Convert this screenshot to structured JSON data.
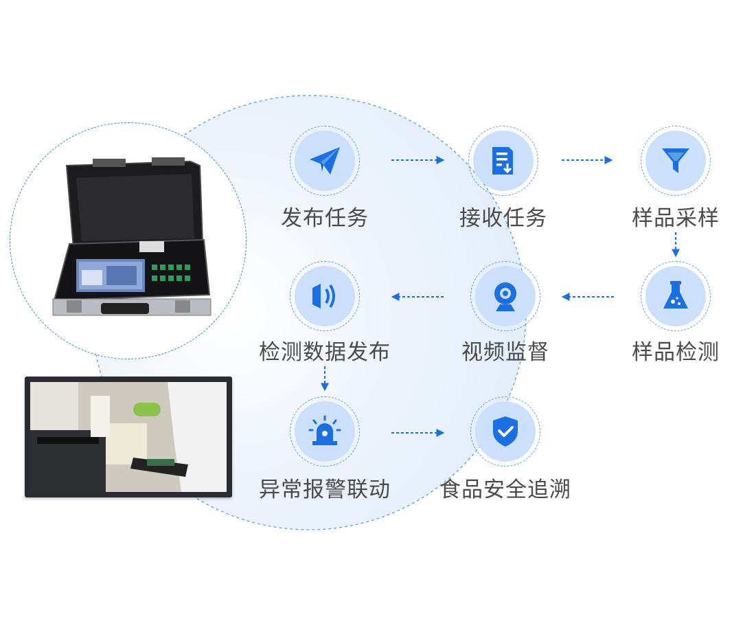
{
  "steps": [
    {
      "label": "发布任务",
      "icon": "paper-plane-icon"
    },
    {
      "label": "接收任务",
      "icon": "document-download-icon"
    },
    {
      "label": "样品采样",
      "icon": "funnel-icon"
    },
    {
      "label": "样品检测",
      "icon": "flask-icon"
    },
    {
      "label": "视频监督",
      "icon": "webcam-icon"
    },
    {
      "label": "检测数据发布",
      "icon": "speaker-icon"
    },
    {
      "label": "异常报警联动",
      "icon": "alarm-light-icon"
    },
    {
      "label": "食品安全追溯",
      "icon": "shield-check-icon"
    }
  ],
  "colors": {
    "accent": "#1a6fe3",
    "icon_bg": "#cde0fb",
    "dashed": "#2f83e6",
    "label": "#4a4a4a"
  }
}
